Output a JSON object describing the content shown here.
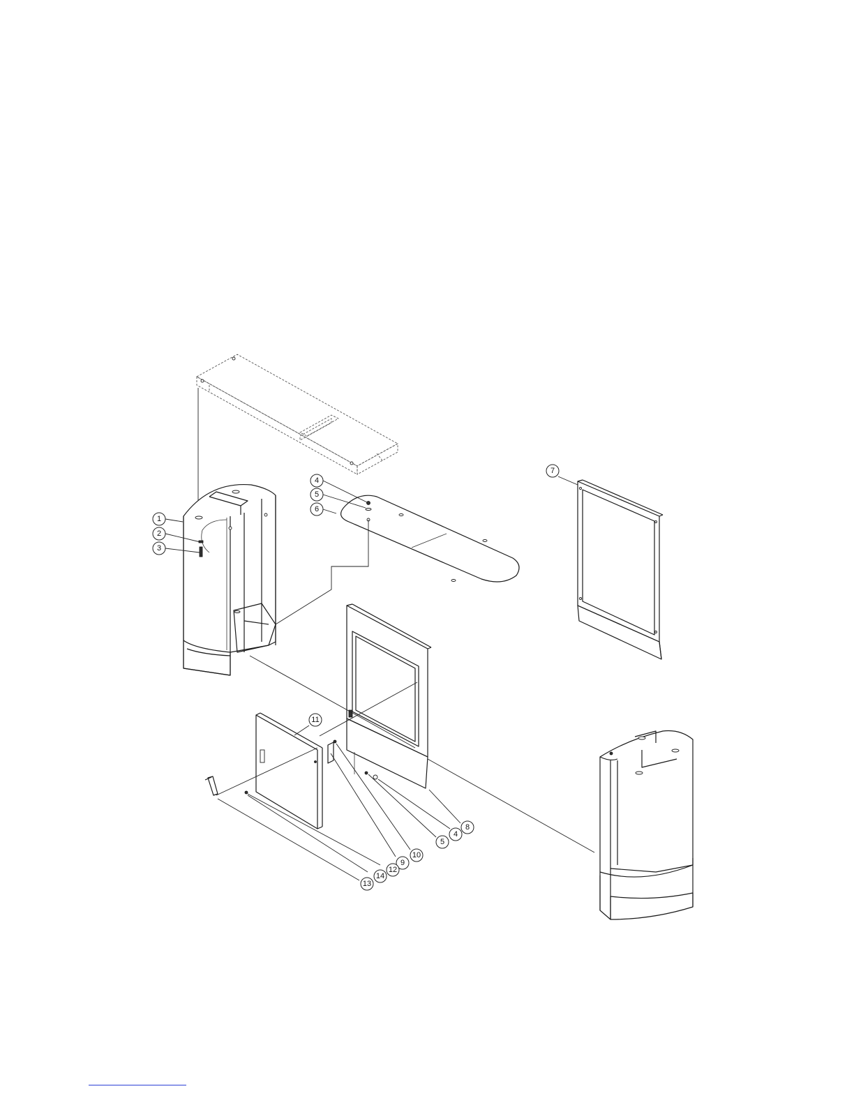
{
  "balloons": [
    {
      "id": "b1",
      "label": "1"
    },
    {
      "id": "b2",
      "label": "2"
    },
    {
      "id": "b3",
      "label": "3"
    },
    {
      "id": "b4a",
      "label": "4"
    },
    {
      "id": "b5a",
      "label": "5"
    },
    {
      "id": "b6",
      "label": "6"
    },
    {
      "id": "b7",
      "label": "7"
    },
    {
      "id": "b11",
      "label": "11"
    },
    {
      "id": "b8",
      "label": "8"
    },
    {
      "id": "b4b",
      "label": "4"
    },
    {
      "id": "b5b",
      "label": "5"
    },
    {
      "id": "b10",
      "label": "10"
    },
    {
      "id": "b9",
      "label": "9"
    },
    {
      "id": "b12",
      "label": "12"
    },
    {
      "id": "b14",
      "label": "14"
    },
    {
      "id": "b13",
      "label": "13"
    }
  ],
  "colors": {
    "line": "#1a1a1a",
    "link": "#2b3fd6"
  }
}
